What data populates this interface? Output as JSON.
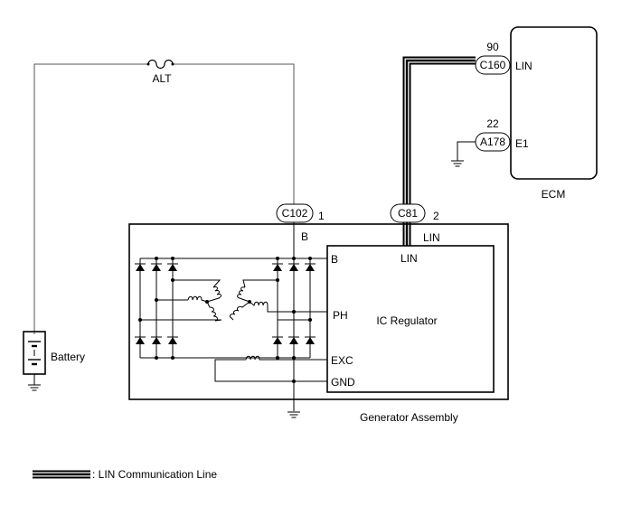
{
  "components": {
    "ecm": "ECM",
    "generator": "Generator Assembly",
    "ic_regulator": "IC Regulator",
    "battery": "Battery",
    "fuse": "ALT"
  },
  "connectors": {
    "c160": {
      "id": "C160",
      "pin": "90",
      "terminal": "LIN"
    },
    "a178": {
      "id": "A178",
      "pin": "22",
      "terminal": "E1"
    },
    "c102": {
      "id": "C102",
      "pin": "1",
      "terminal": "B"
    },
    "c81": {
      "id": "C81",
      "pin": "2",
      "terminal": "LIN"
    }
  },
  "ic_terminals": {
    "b": "B",
    "lin": "LIN",
    "ph": "PH",
    "exc": "EXC",
    "gnd": "GND"
  },
  "legend": {
    "text": ": LIN Communication Line"
  }
}
